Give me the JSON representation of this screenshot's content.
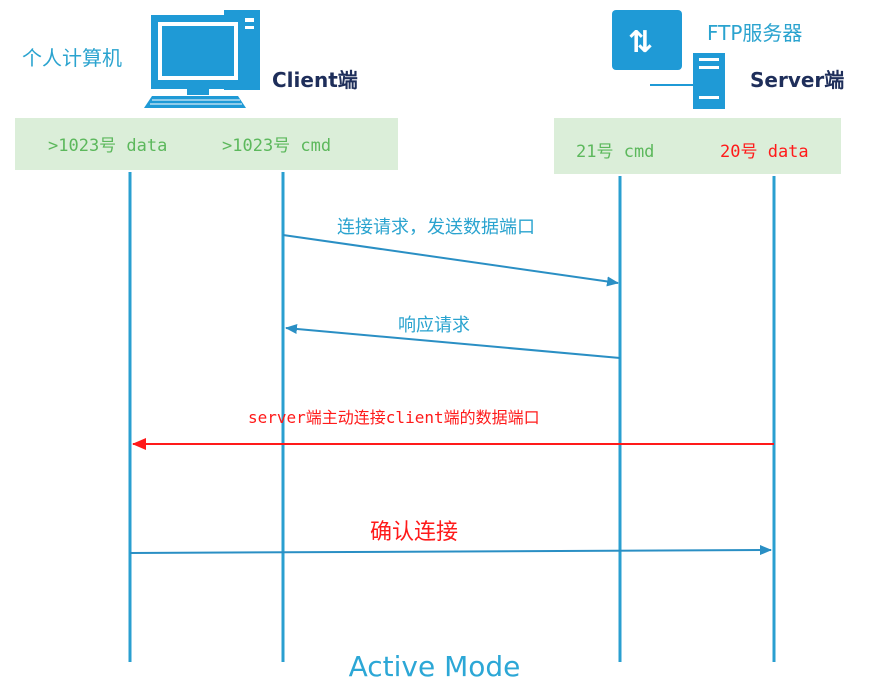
{
  "client": {
    "label": "个人计算机",
    "side_label": "Client端",
    "ports": {
      "data": ">1023号 data",
      "cmd": ">1023号 cmd"
    }
  },
  "server": {
    "label": "FTP服务器",
    "side_label": "Server端",
    "ports": {
      "cmd": "21号 cmd",
      "data": "20号 data"
    }
  },
  "messages": [
    {
      "text": "连接请求，发送数据端口",
      "color": "#2aa3cf"
    },
    {
      "text": "响应请求",
      "color": "#2aa3cf"
    },
    {
      "text": "server端主动连接client端的数据端口",
      "color": "#ff1a1a"
    },
    {
      "text": "确认连接",
      "color": "#ff1a1a"
    }
  ],
  "title": "Active Mode",
  "colors": {
    "lifeline": "#2a9fd0",
    "arrow_blue": "#2a8fc4",
    "arrow_red": "#ff1a1a",
    "port_box_bg": "#dbeed9",
    "port_green": "#5cb85c",
    "port_red": "#ff1a1a"
  },
  "icons": {
    "client": "computer-icon",
    "server": "ftp-server-icon"
  }
}
